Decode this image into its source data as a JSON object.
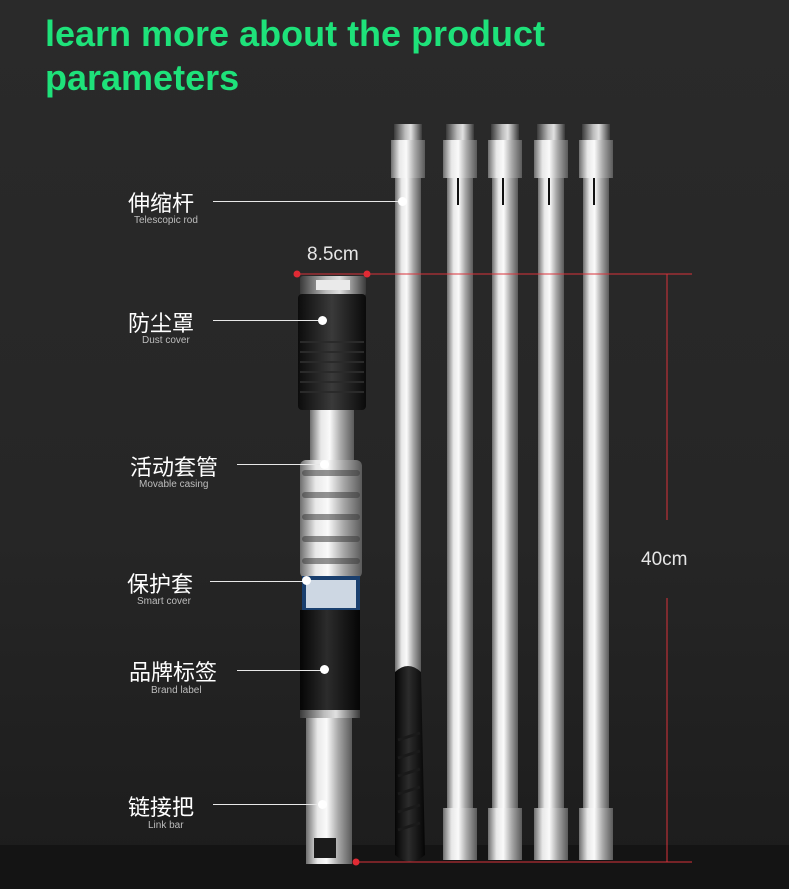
{
  "heading": "learn more about the product parameters",
  "dimensions": {
    "width_label": "8.5cm",
    "length_label": "40cm",
    "line_color": "#d9323a"
  },
  "callouts": [
    {
      "zh": "伸缩杆",
      "en": "Telescopic rod"
    },
    {
      "zh": "防尘罩",
      "en": "Dust cover"
    },
    {
      "zh": "活动套管",
      "en": "Movable casing"
    },
    {
      "zh": "保护套",
      "en": "Smart cover"
    },
    {
      "zh": "品牌标签",
      "en": "Brand label"
    },
    {
      "zh": "链接把",
      "en": "Link bar"
    }
  ],
  "colors": {
    "heading": "#1ee27a",
    "background": "#262626",
    "rod_metal": "#c9c9c9"
  }
}
